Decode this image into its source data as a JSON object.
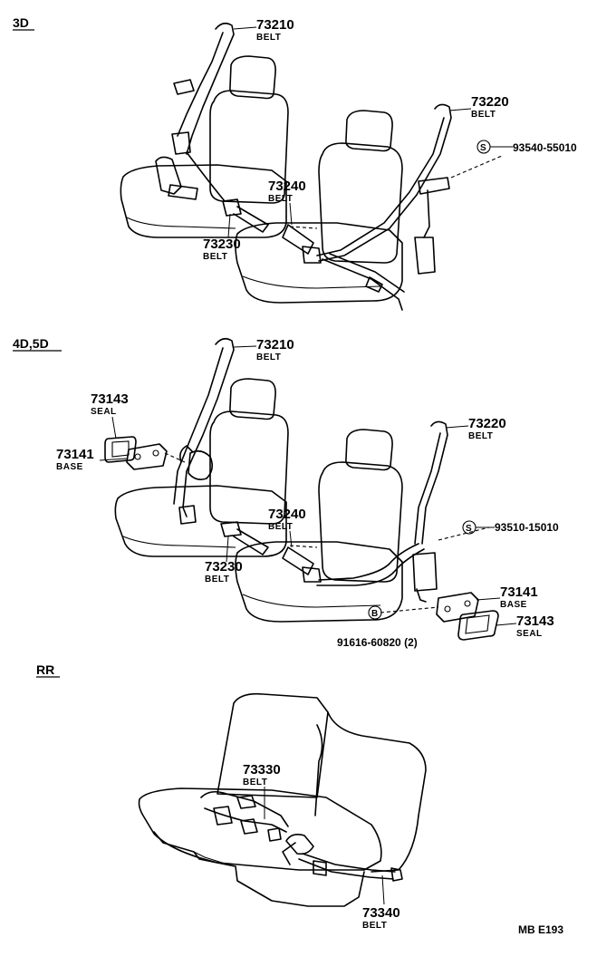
{
  "sections": {
    "front_3d": "3D",
    "front_4d5d": "4D,5D",
    "rear": "RR"
  },
  "parts": {
    "s1_73210": {
      "number": "73210",
      "name": "BELT"
    },
    "s1_73220": {
      "number": "73220",
      "name": "BELT"
    },
    "s1_73240": {
      "number": "73240",
      "name": "BELT"
    },
    "s1_73230": {
      "number": "73230",
      "name": "BELT"
    },
    "s1_bolt": {
      "symbol": "S",
      "number": "93540-55010"
    },
    "s2_73210": {
      "number": "73210",
      "name": "BELT"
    },
    "s2_73220": {
      "number": "73220",
      "name": "BELT"
    },
    "s2_73143_left": {
      "number": "73143",
      "name": "SEAL"
    },
    "s2_73141_left": {
      "number": "73141",
      "name": "BASE"
    },
    "s2_73240": {
      "number": "73240",
      "name": "BELT"
    },
    "s2_73230": {
      "number": "73230",
      "name": "BELT"
    },
    "s2_bolt": {
      "symbol": "S",
      "number": "93510-15010"
    },
    "s2_73141_right": {
      "number": "73141",
      "name": "BASE"
    },
    "s2_73143_right": {
      "number": "73143",
      "name": "SEAL"
    },
    "s2_nut": {
      "symbol": "B",
      "number": "91616-60820 (2)"
    },
    "s3_73330": {
      "number": "73330",
      "name": "BELT"
    },
    "s3_73340": {
      "number": "73340",
      "name": "BELT"
    }
  },
  "footer": {
    "code": "MB  E193"
  }
}
